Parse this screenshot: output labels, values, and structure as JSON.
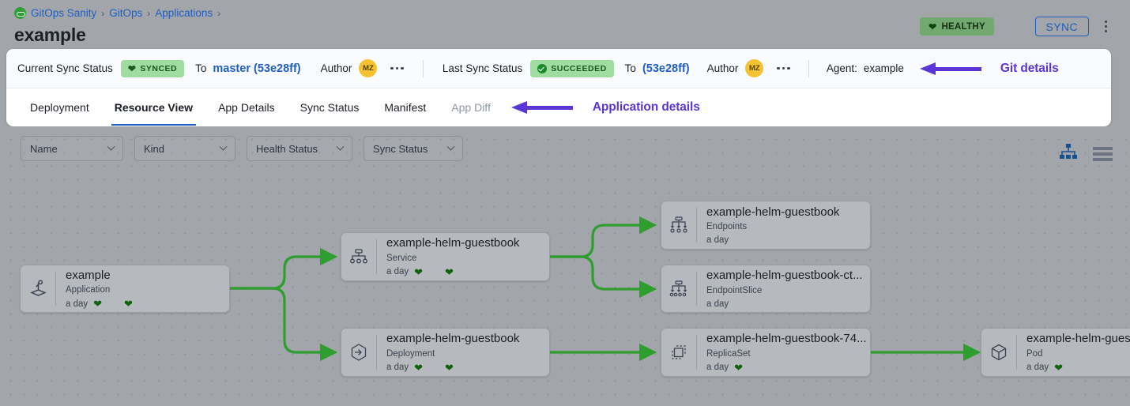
{
  "header": {
    "breadcrumb": [
      {
        "label": "GitOps Sanity",
        "icon": "gitops-logo-icon"
      },
      {
        "label": "GitOps"
      },
      {
        "label": "Applications"
      }
    ],
    "breadcrumb_separator": "›",
    "title": "example",
    "health_badge": {
      "label": "HEALTHY",
      "icon": "heart-icon",
      "color": "#71a971"
    },
    "sync_button": {
      "label": "SYNC",
      "color": "#1f5fc4"
    },
    "kebab_menu": "more-options-icon"
  },
  "sync_bar": {
    "current": {
      "label": "Current Sync Status",
      "status": "SYNCED",
      "status_icon": "heart-icon",
      "status_color": "#9fdca0",
      "to_label": "To",
      "revision": "master (53e28ff)",
      "author_label": "Author",
      "author_initials": "MZ",
      "more": "•••"
    },
    "last": {
      "label": "Last Sync Status",
      "status": "SUCCEEDED",
      "status_icon": "check-circle-icon",
      "status_color": "#9fdca0",
      "to_label": "To",
      "revision": "(53e28ff)",
      "author_label": "Author",
      "author_initials": "MZ",
      "more": "•••"
    },
    "agent_label": "Agent:",
    "agent_value": "example",
    "annotation": "Git details",
    "annotation_color": "#5b35d5"
  },
  "tabs": {
    "items": [
      {
        "label": "Deployment",
        "active": false,
        "dim": false
      },
      {
        "label": "Resource View",
        "active": true,
        "dim": false
      },
      {
        "label": "App Details",
        "active": false,
        "dim": false
      },
      {
        "label": "Sync Status",
        "active": false,
        "dim": false
      },
      {
        "label": "Manifest",
        "active": false,
        "dim": false
      },
      {
        "label": "App Diff",
        "active": false,
        "dim": true
      }
    ],
    "annotation": "Application details",
    "annotation_color": "#5b35d5"
  },
  "filters": [
    {
      "label": "Name",
      "icon": "chevron-down-icon"
    },
    {
      "label": "Kind",
      "icon": "chevron-down-icon"
    },
    {
      "label": "Health Status",
      "icon": "chevron-down-icon"
    },
    {
      "label": "Sync Status",
      "icon": "chevron-down-icon"
    }
  ],
  "view_toggle": {
    "tree": {
      "icon": "tree-view-icon",
      "active": true,
      "color": "#17508f"
    },
    "list": {
      "icon": "list-view-icon",
      "active": false,
      "color": "#6b7280"
    }
  },
  "graph": {
    "edge_color": "#2e9e2e",
    "nodes": [
      {
        "id": "app",
        "name": "example",
        "kind": "Application",
        "age": "a day",
        "icon": "application-icon",
        "hearts": 2
      },
      {
        "id": "svc",
        "name": "example-helm-guestbook",
        "kind": "Service",
        "age": "a day",
        "icon": "service-icon",
        "hearts": 2
      },
      {
        "id": "deploy",
        "name": "example-helm-guestbook",
        "kind": "Deployment",
        "age": "a day",
        "icon": "deployment-icon",
        "hearts": 2
      },
      {
        "id": "ep",
        "name": "example-helm-guestbook",
        "kind": "Endpoints",
        "age": "a day",
        "icon": "endpoints-icon",
        "hearts": 0
      },
      {
        "id": "eps",
        "name": "example-helm-guestbook-ct...",
        "kind": "EndpointSlice",
        "age": "a day",
        "icon": "endpointslice-icon",
        "hearts": 0
      },
      {
        "id": "rs",
        "name": "example-helm-guestbook-74...",
        "kind": "ReplicaSet",
        "age": "a day",
        "icon": "replicaset-icon",
        "hearts": 1
      },
      {
        "id": "pod",
        "name": "example-helm-guest",
        "kind": "Pod",
        "age": "a day",
        "icon": "pod-icon",
        "hearts": 1
      }
    ]
  }
}
